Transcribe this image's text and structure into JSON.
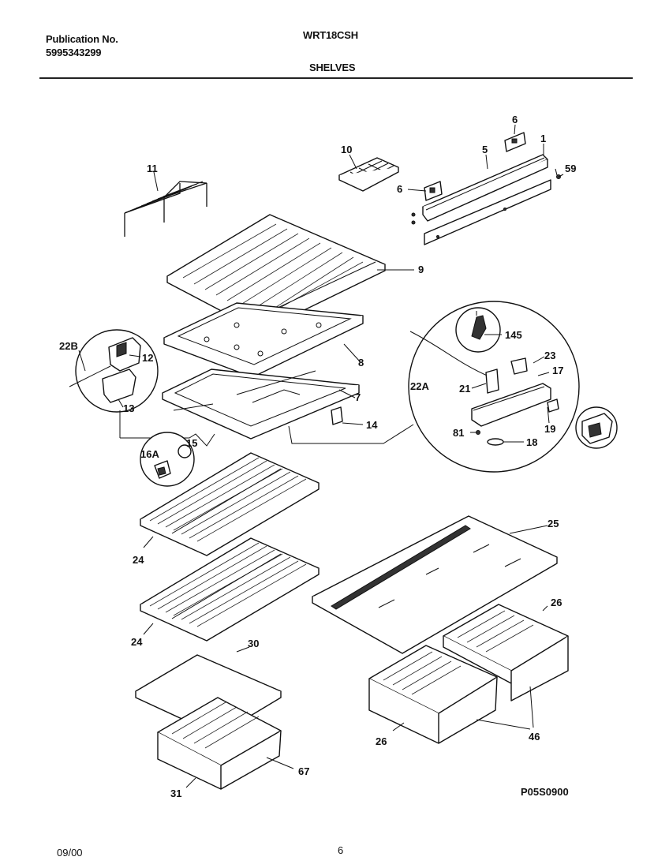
{
  "header": {
    "publication_label": "Publication No.",
    "publication_number": "5995343299",
    "model": "WRT18CSH",
    "section": "SHELVES"
  },
  "footer": {
    "date": "09/00",
    "page": "6",
    "diagram_code": "P05S0900"
  },
  "callouts": {
    "c1": "1",
    "c5": "5",
    "c6a": "6",
    "c6b": "6",
    "c10": "10",
    "c59": "59",
    "c11": "11",
    "c9": "9",
    "c8": "8",
    "c7": "7",
    "c12": "12",
    "c13": "13",
    "c22b": "22B",
    "c14": "14",
    "c15": "15",
    "c16a": "16A",
    "c145": "145",
    "c22a": "22A",
    "c23": "23",
    "c17": "17",
    "c21": "21",
    "c19": "19",
    "c81": "81",
    "c18": "18",
    "c24a": "24",
    "c24b": "24",
    "c25": "25",
    "c26a": "26",
    "c26b": "26",
    "c46": "46",
    "c30": "30",
    "c31": "31",
    "c67": "67"
  }
}
